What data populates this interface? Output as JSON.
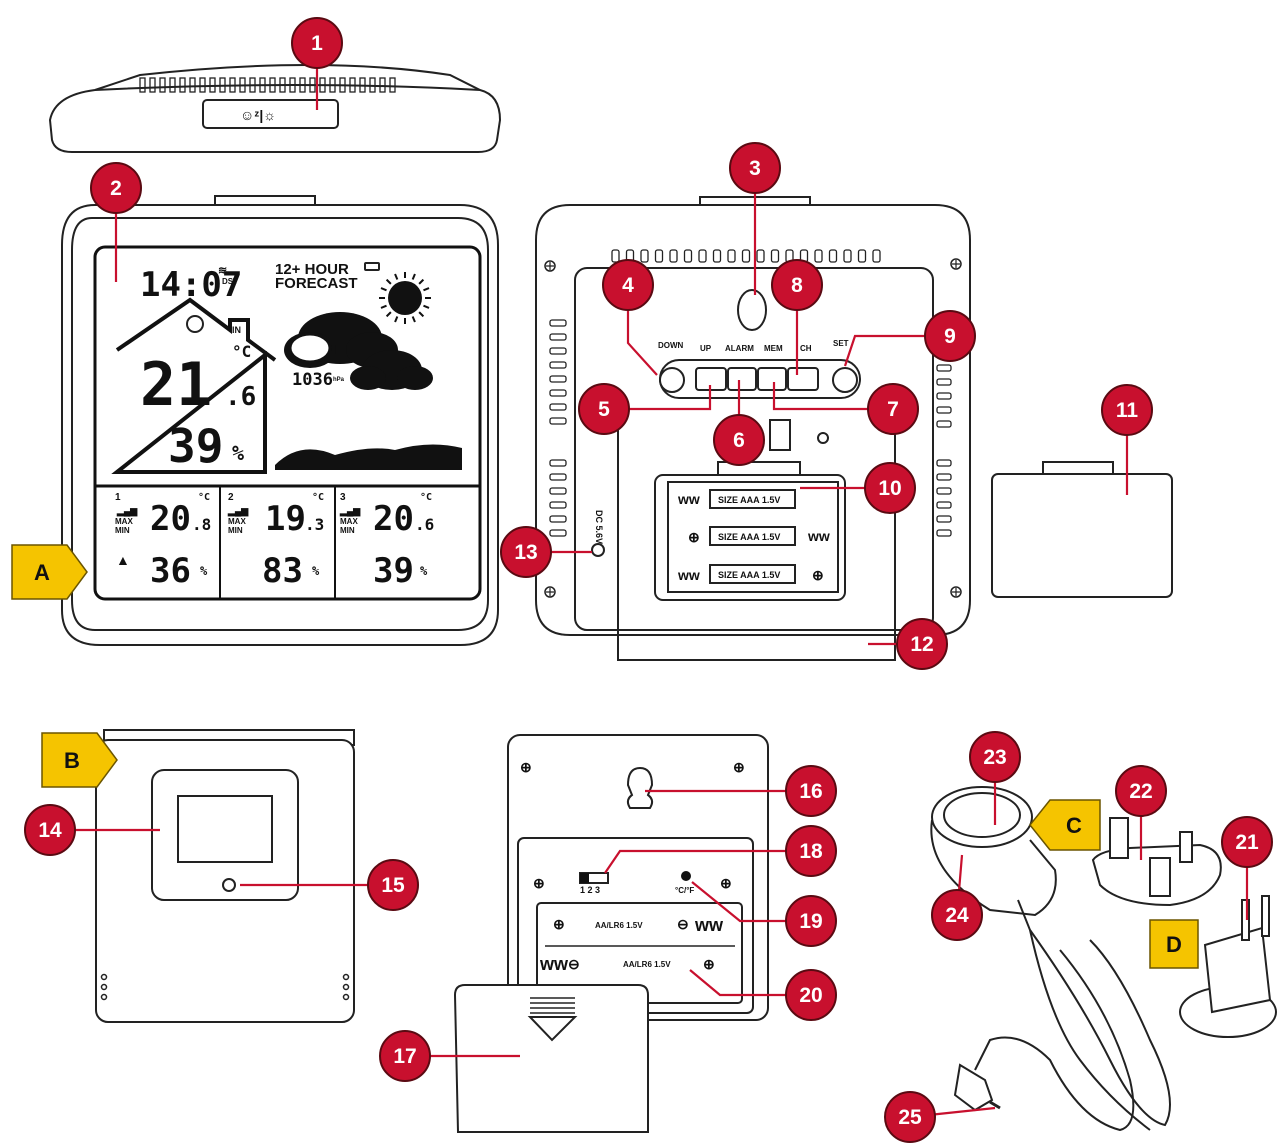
{
  "colors": {
    "badge": "#c8102e",
    "badge_border": "#5a0a12",
    "tag": "#f5c400",
    "line": "#c8102e",
    "ink": "#111111"
  },
  "tags": [
    {
      "id": "A",
      "label": "A"
    },
    {
      "id": "B",
      "label": "B"
    },
    {
      "id": "C",
      "label": "C"
    },
    {
      "id": "D",
      "label": "D"
    }
  ],
  "callouts": [
    "1",
    "2",
    "3",
    "4",
    "5",
    "6",
    "7",
    "8",
    "9",
    "10",
    "11",
    "12",
    "13",
    "14",
    "15",
    "16",
    "17",
    "18",
    "19",
    "20",
    "21",
    "22",
    "23",
    "24",
    "25"
  ],
  "display": {
    "time": "14:07",
    "dst": "DST",
    "forecast_line1": "12+ HOUR",
    "forecast_line2": "FORECAST",
    "in_label": "IN",
    "pressure": "1036",
    "pressure_unit": "hPa",
    "indoor_temp_int": "21",
    "indoor_temp_dec": ".6",
    "temp_unit": "°C",
    "indoor_humidity": "39",
    "percent": "%",
    "channels": [
      {
        "ch": "1",
        "temp_int": "20",
        "temp_dec": ".8",
        "hum": "36"
      },
      {
        "ch": "2",
        "temp_int": "19",
        "temp_dec": ".3",
        "hum": "83"
      },
      {
        "ch": "3",
        "temp_int": "20",
        "temp_dec": ".6",
        "hum": "39"
      }
    ],
    "max": "MAX",
    "min": "MIN"
  },
  "back_panel": {
    "buttons": [
      "DOWN",
      "UP",
      "ALARM",
      "MEM",
      "CH",
      "SET"
    ],
    "battery_label": "SIZE AAA 1.5V",
    "dc_label": "DC 5.6V"
  },
  "sensor": {
    "battery_label": "AA/LR6 1.5V",
    "switch_label": "1 2 3",
    "unit_label": "°C/°F"
  },
  "symbols": {
    "plus": "⊕",
    "minus": "⊖"
  }
}
